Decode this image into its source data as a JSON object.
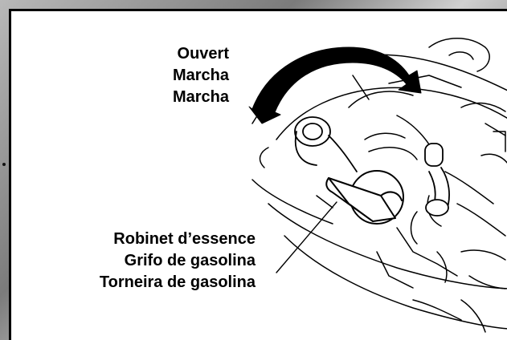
{
  "labels": {
    "position": {
      "line1": "Ouvert",
      "line2": "Marcha",
      "line3": "Marcha"
    },
    "part": {
      "line1": "Robinet d’essence",
      "line2": "Grifo de gasolina",
      "line3": "Torneira de gasolina"
    }
  },
  "colors": {
    "ink": "#000000",
    "paper": "#ffffff",
    "frame": "#8a8a8a"
  },
  "icons": {
    "rotation_arrow": "curved-arrow-left-icon",
    "leader": "leader-line"
  }
}
